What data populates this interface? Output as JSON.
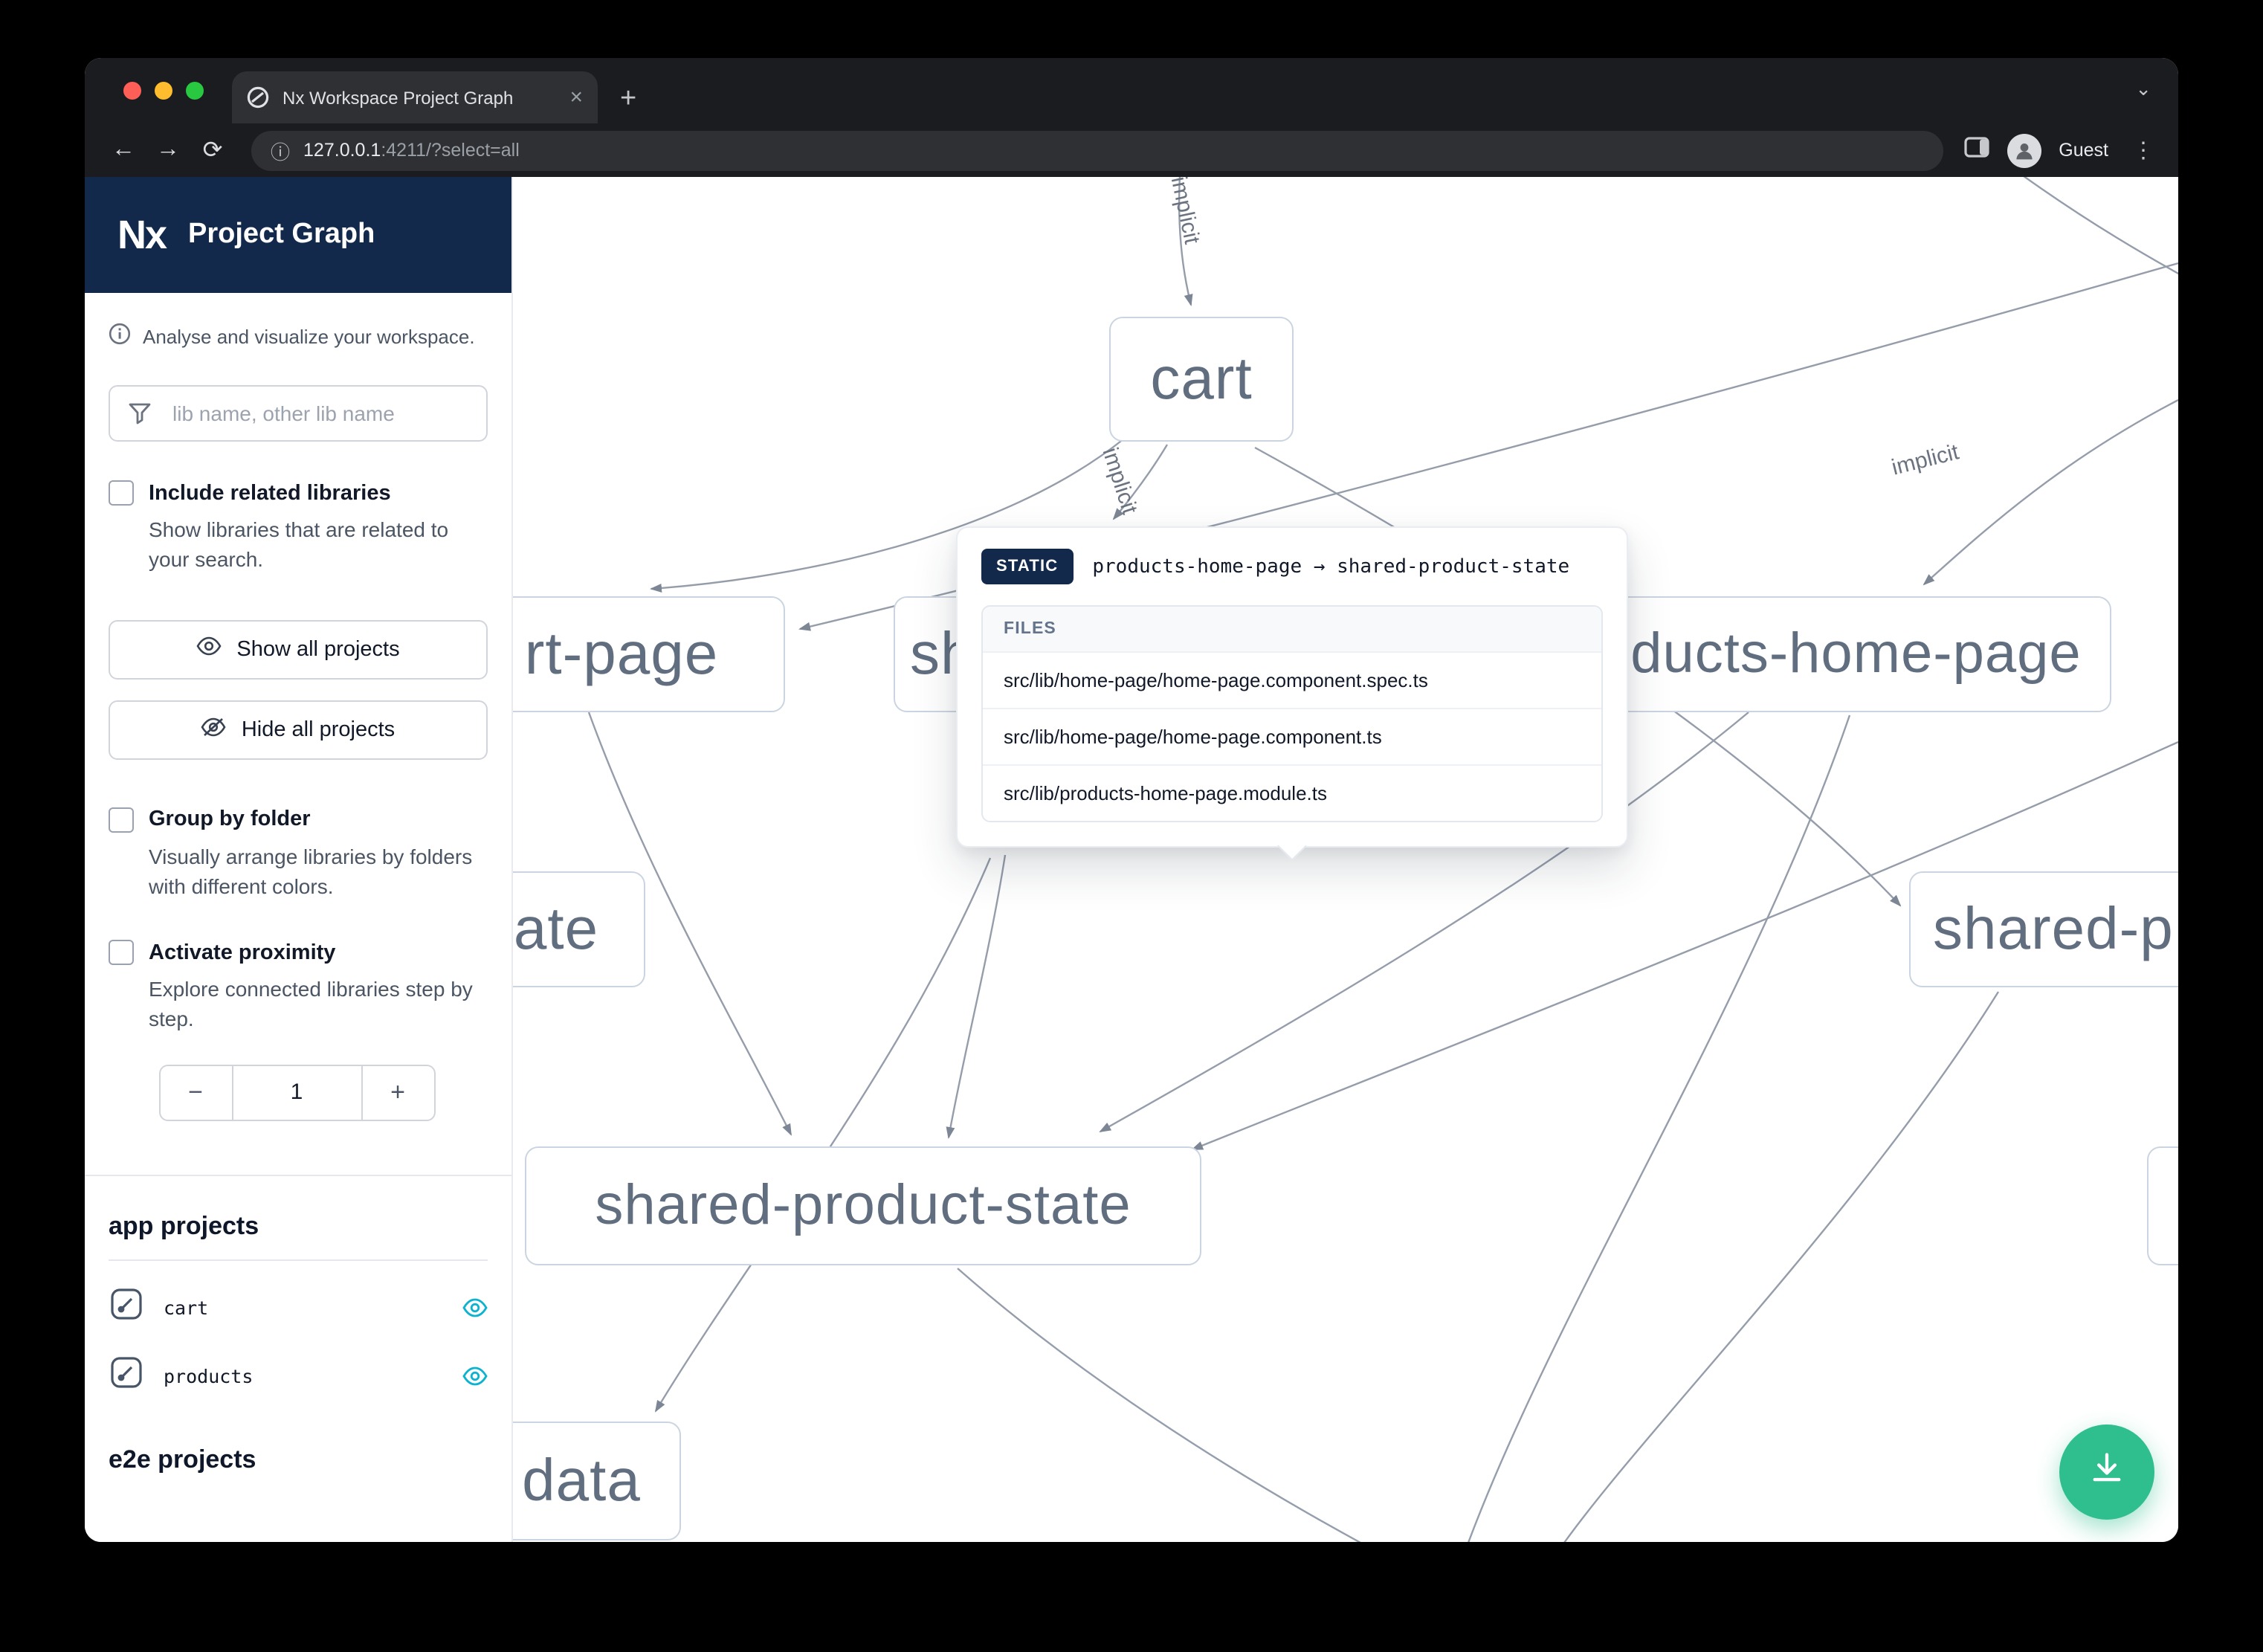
{
  "colors": {
    "navy": "#13294b",
    "eye_accent": "#0cb3cf",
    "fab": "#2fbe8d",
    "node_border": "#cbd5e1",
    "node_text": "#616e80",
    "edge": "#8a93a3"
  },
  "browser": {
    "tab_title": "Nx Workspace Project Graph",
    "close_glyph": "×",
    "new_tab_glyph": "+",
    "tabstrip_chevron": "⌄",
    "back_glyph": "←",
    "forward_glyph": "→",
    "reload_glyph": "⟳",
    "info_glyph": "ⓘ",
    "url_host": "127.0.0.1",
    "url_rest": ":4211/?select=all",
    "profile_name": "Guest",
    "menu_glyph": "⋮"
  },
  "sidebar": {
    "brand_logo": "Nx",
    "brand_title": "Project Graph",
    "tagline": "Analyse and visualize your workspace.",
    "search_placeholder": "lib name, other lib name",
    "include_related": {
      "label": "Include related libraries",
      "description": "Show libraries that are related to your search."
    },
    "show_all_label": "Show all projects",
    "hide_all_label": "Hide all projects",
    "group_by_folder": {
      "label": "Group by folder",
      "description": "Visually arrange libraries by folders with different colors."
    },
    "proximity": {
      "label": "Activate proximity",
      "description": "Explore connected libraries step by step.",
      "decrease": "−",
      "value": "1",
      "increase": "+"
    },
    "app_section_title": "app projects",
    "e2e_section_title": "e2e projects",
    "app_projects": [
      {
        "name": "cart"
      },
      {
        "name": "products"
      }
    ]
  },
  "graph": {
    "nodes": [
      {
        "id": "cart",
        "label": "cart"
      },
      {
        "id": "cart-page",
        "label": "rt-page"
      },
      {
        "id": "shared-hidden",
        "label": "sh"
      },
      {
        "id": "products-home-page",
        "label": "products-home-page"
      },
      {
        "id": "ate",
        "label": "ate"
      },
      {
        "id": "shared-p",
        "label": "shared-p"
      },
      {
        "id": "shared-product-state",
        "label": "shared-product-state"
      },
      {
        "id": "data",
        "label": "data"
      },
      {
        "id": "sliver",
        "label": ""
      }
    ],
    "edge_labels": [
      "implicit",
      "implicit",
      "implicit"
    ]
  },
  "tooltip": {
    "badge": "STATIC",
    "relation": "products-home-page → shared-product-state",
    "files_header": "FILES",
    "files": [
      "src/lib/home-page/home-page.component.spec.ts",
      "src/lib/home-page/home-page.component.ts",
      "src/lib/products-home-page.module.ts"
    ]
  }
}
